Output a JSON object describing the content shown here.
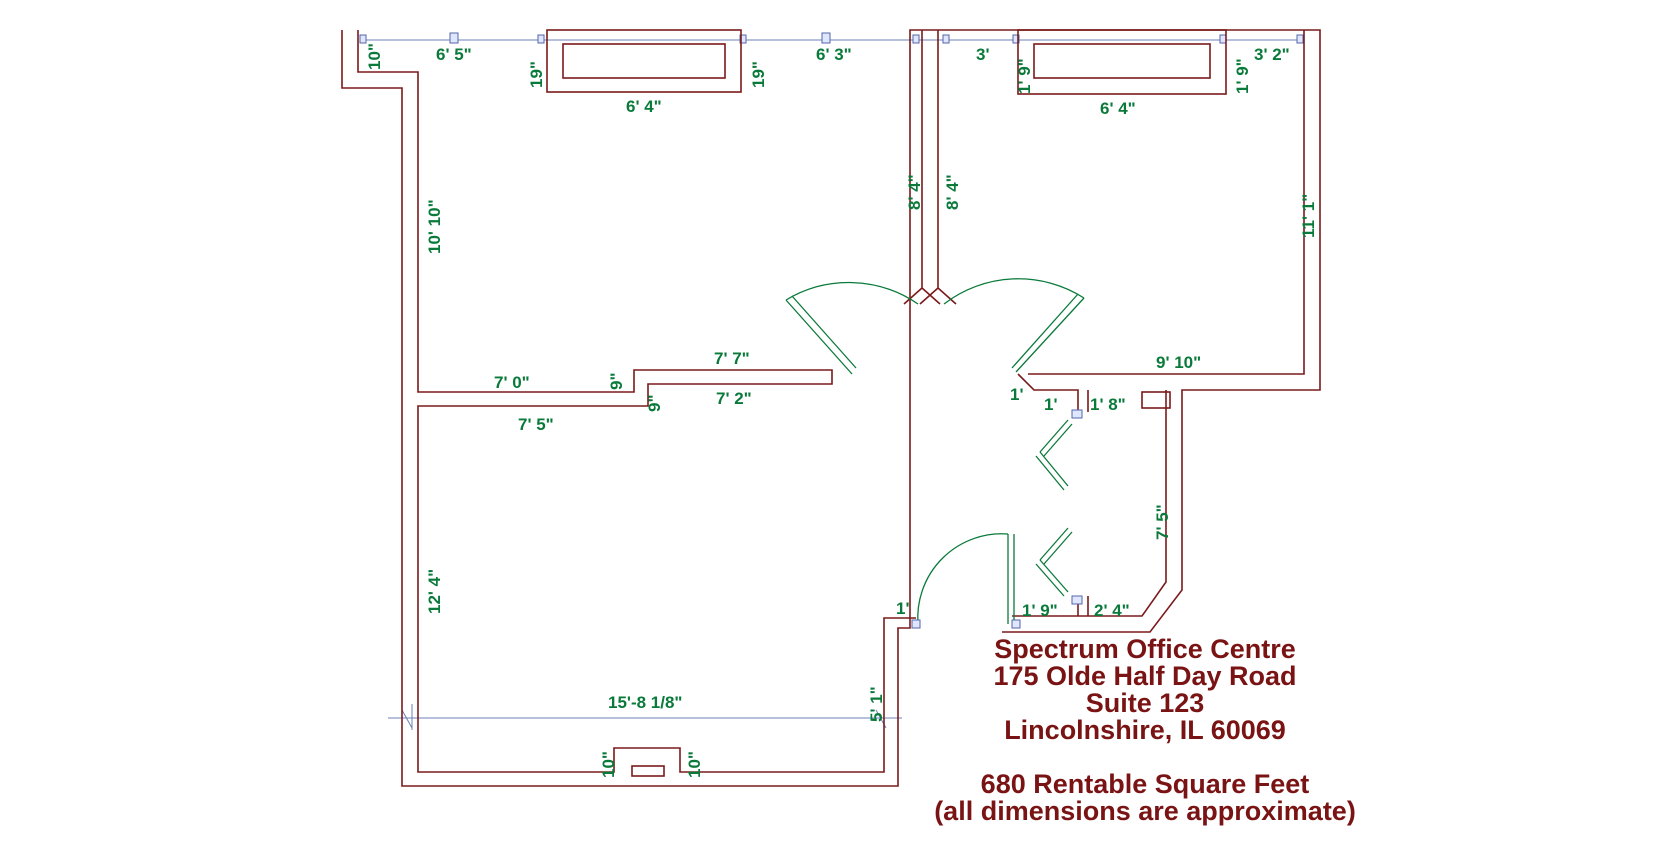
{
  "info": {
    "name": "Spectrum Office Centre",
    "address": "175 Olde Half Day Road",
    "suite": "Suite 123",
    "city": "Lincolnshire, IL 60069",
    "area": "680 Rentable Square Feet",
    "note": "(all dimensions are approximate)"
  },
  "dims": {
    "top_corner": "10\"",
    "top_a": "6' 5\"",
    "win1_left": "19\"",
    "win1_right": "19\"",
    "win1_bottom": "6' 4\"",
    "top_b": "6' 3\"",
    "top_c": "3'",
    "win2_left": "1' 9\"",
    "win2_right": "1' 9\"",
    "win2_bottom": "6' 4\"",
    "top_d": "3' 2\"",
    "partition_left": "8' 4\"",
    "partition_right": "8' 4\"",
    "right_wall": "11' 1\"",
    "left_wall_upper": "10' 10\"",
    "step_upper": "7' 7\"",
    "step_lower": "7' 2\"",
    "ledge_upper": "7' 0\"",
    "ledge_lower": "7' 5\"",
    "jog_upper": "9\"",
    "jog_lower": "9\"",
    "right_room_width": "9' 10\"",
    "corner_a": "1'",
    "corner_b": "1'",
    "closet_top": "1' 8\"",
    "closet_side": "7' 5\"",
    "closet_bottom_left": "1' 9\"",
    "closet_bottom_right": "2' 4\"",
    "door_jamb": "1'",
    "left_wall_lower": "12' 4\"",
    "overall_width": "15'-8 1/8\"",
    "right_lower": "5' 1\"",
    "bottom_left": "10\"",
    "bottom_right": "10\""
  }
}
